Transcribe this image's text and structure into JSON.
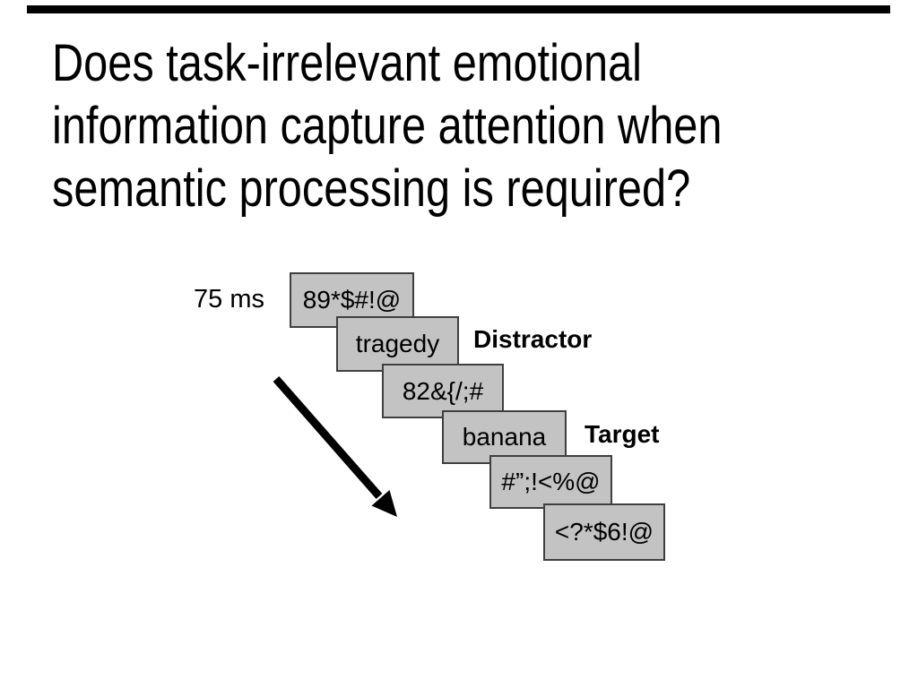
{
  "slide": {
    "title_lines": [
      "Does task-irrelevant emotional",
      "information capture attention when",
      "semantic processing is required?"
    ],
    "duration_label": "75 ms",
    "cards": [
      "89*$#!@",
      "tragedy",
      "82&{/;#",
      "banana",
      "#”;!<%@",
      "<?*$6!@"
    ],
    "labels": {
      "distractor": "Distractor",
      "target": "Target"
    },
    "icons": {
      "sequence_arrow": "arrow-down-right"
    },
    "colors": {
      "background": "#ffffff",
      "top_bar": "#000000",
      "card_fill": "#c3c3c3",
      "card_border": "#3f3f3f",
      "text": "#000000"
    }
  }
}
